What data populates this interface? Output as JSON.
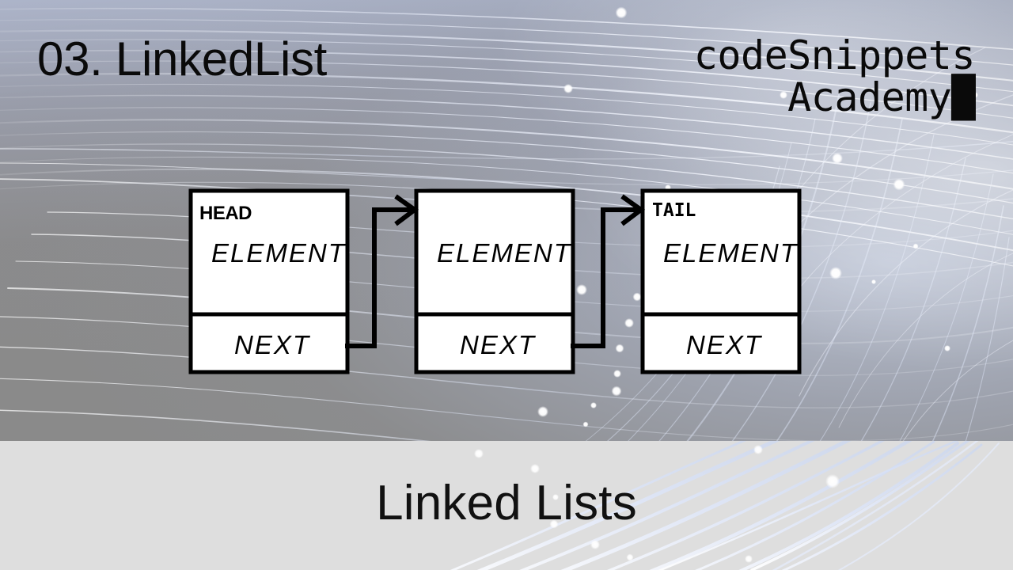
{
  "slide": {
    "title": "03. LinkedList",
    "caption": "Linked Lists",
    "background_color": "#8b8b8b",
    "caption_band_color": "#dedede",
    "text_color": "#0a0a0a"
  },
  "brand": {
    "line1": "codeSnippets",
    "line2": "Academy",
    "cursor": "█"
  },
  "diagram": {
    "type": "linked-list",
    "node_fill": "#ffffff",
    "node_stroke": "#000000",
    "nodes": [
      {
        "pointer_label": "HEAD",
        "element_label": "ELEMENT",
        "next_label": "NEXT"
      },
      {
        "pointer_label": "",
        "element_label": "ELEMENT",
        "next_label": "NEXT"
      },
      {
        "pointer_label": "TAIL",
        "element_label": "ELEMENT",
        "next_label": "NEXT"
      }
    ],
    "arrows": 2
  }
}
